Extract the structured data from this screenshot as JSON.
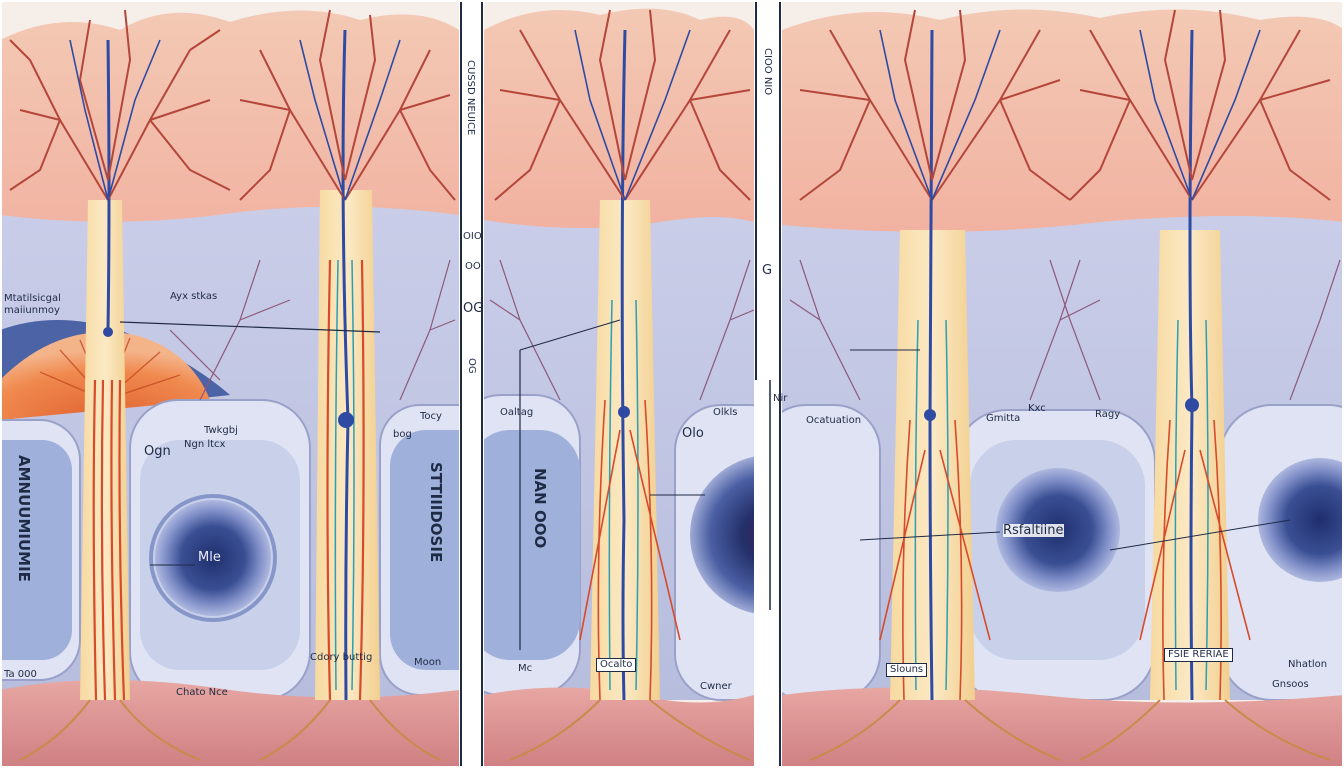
{
  "labels": {
    "p1_left_top": "Mtatilsicgal",
    "p1_left_sub": "maiiunmoy",
    "p1_mid_small": "Ayx stkas",
    "p1_nucleus": "Mle",
    "p1_cell_a": "Ogn",
    "p1_cell_b": "Twkgbj",
    "p1_cell_c": "Ngn ltcx",
    "p1_right_a": "bog",
    "p1_right_b": "Tocy",
    "p1_bottom_a": "Cdory buttig",
    "p1_bottom_b": "Moon",
    "p1_bottom_c": "Chato Nce",
    "p1_bottom_d": "Ta 000",
    "p1_vertical_left": "AMNUUMIUMIE",
    "p1_vertical_right": "STTIIIDOSIE",
    "strip1_top": "CUSSD NEUICE",
    "strip1_a": "OIO",
    "strip1_b": "OO",
    "strip1_c": "OG",
    "strip1_bottom": "OG",
    "p2_vertical": "NAN OOO",
    "p2_cell_a": "Oaltag",
    "p2_cell_b": "Olo",
    "p2_top": "Olkls",
    "p2_tag": "Ocalto",
    "p2_bottom_a": "Mc",
    "p2_bottom_b": "Cwner",
    "strip2_top": "CIOO NIO",
    "strip2_c": "G",
    "p3_top_a": "Nir",
    "p3_top_b": "Ocatuation",
    "p3_center": "Rsfaltiine",
    "p3_cell_a": "Gmitta",
    "p3_cell_b": "Kxc",
    "p3_cell_c": "Ragy",
    "p3_tag_a": "Slouns",
    "p3_tag_b": "FSIE RERIAE",
    "p3_bottom_a": "Nhatlon",
    "p3_bottom_b": "Gnsoos"
  }
}
